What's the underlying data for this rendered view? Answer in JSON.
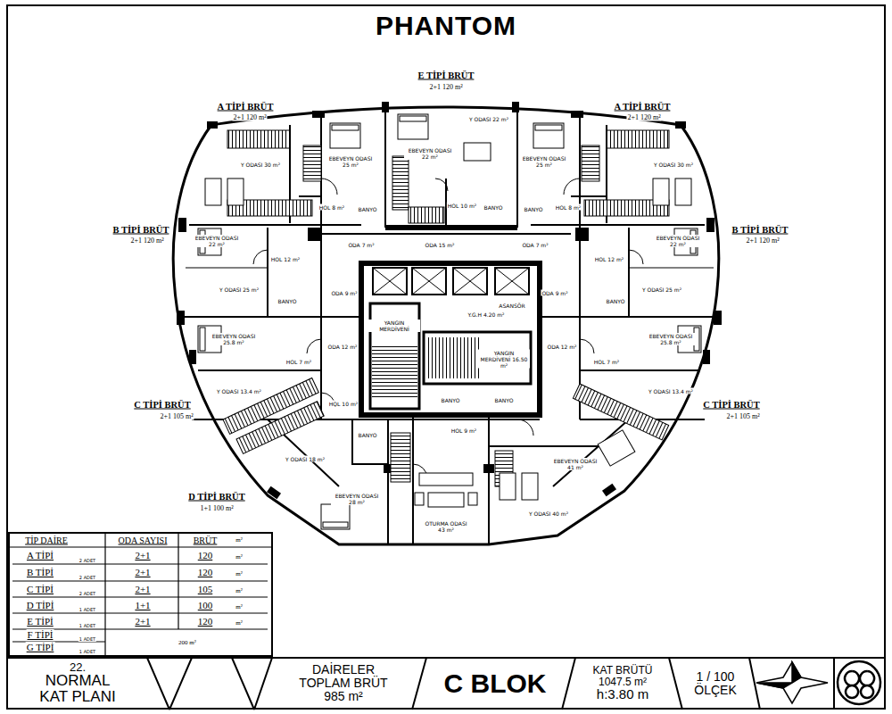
{
  "diagram": {
    "title": "PHANTOM",
    "nodes": [
      {
        "text": [
          "22.",
          "NORMAL KAT PLANI"
        ]
      },
      {
        "text": [
          "DAİRELER TOPLAM BRÜT",
          "985 m²"
        ]
      },
      {
        "text": [
          "C BLOK"
        ]
      },
      {
        "text": [
          "KAT BRÜTÜ",
          "1047.5 m²",
          "h:3.80 m"
        ]
      },
      {
        "text": [
          "1 / 100",
          "ÖLÇEK"
        ]
      }
    ],
    "labels": [
      "E TİPİ BRÜT",
      "2+1 120 m²",
      "A TİPİ BRÜT",
      "2+1 120 m²",
      "A TİPİ BRÜT",
      "2+1 120 m²",
      "B TİPİ BRÜT",
      "2+1 120 m²",
      "B TİPİ BRÜT",
      "2+1 120 m²",
      "C TİPİ BRÜT",
      "2+1 105 m²",
      "C TİPİ BRÜT",
      "2+1 105 m²",
      "D TİPİ BRÜT",
      "1+1 100 m²",
      "Y ODASI 30 m²",
      "EBEVEYN ODASI 25 m²",
      "HOL 8 m²",
      "BANYO",
      "ODA 7 m²",
      "Y ODASI 22 m²",
      "EBEVEYN ODASI 22 m²",
      "HOL 10 m²",
      "BANYO",
      "ODA 15 m²",
      "EBEVEYN ODASI 25 m²",
      "Y ODASI 30 m²",
      "HOL 8 m²",
      "BANYO",
      "ODA 7 m²",
      "EBEVEYN ODASI 22 m²",
      "HOL 12 m²",
      "Y ODASI 25 m²",
      "BANYO",
      "ODA 9 m²",
      "EBEVEYN ODASI 22 m²",
      "HOL 12 m²",
      "Y ODASI 25 m²",
      "BANYO",
      "ODA 9 m²",
      "EBEVEYN ODASI 25.8 m²",
      "ODA 12 m²",
      "HOL 7 m²",
      "Y ODASI 13.4 m²",
      "EBEVEYN ODASI 25.8 m²",
      "ODA 12 m²",
      "HOL 7 m²",
      "Y ODASI 13.4 m²",
      "HOL 10 m²",
      "BANYO",
      "Y ODASI 18 m²",
      "EBEVEYN ODASI 28 m²",
      "OTURMA ODASI 43 m²",
      "HOL 9 m²",
      "BANYO",
      "BANYO",
      "EBEVEYN ODASI 41 m²",
      "Y ODASI 40 m²",
      "YANGIN MERDİVENİ",
      "Y.G.H 4.20 m²",
      "YANGIN MERDİVENİ 16.50 m²",
      "ASANSÖR",
      "TİP DAİRE",
      "ODA SAYISI",
      "BRÜT",
      "m²",
      "A TİPİ",
      "2 ADET",
      "2+1",
      "120",
      "m²",
      "B TİPİ",
      "2 ADET",
      "2+1",
      "120",
      "m²",
      "C TİPİ",
      "2 ADET",
      "2+1",
      "105",
      "m²",
      "D TİPİ",
      "1 ADET",
      "1+1",
      "100",
      "m²",
      "E TİPİ",
      "1 ADET",
      "2+1",
      "120",
      "m²",
      "F TİPİ",
      "1 ADET",
      "G TİPİ",
      "1 ADET",
      "200 m²"
    ]
  }
}
